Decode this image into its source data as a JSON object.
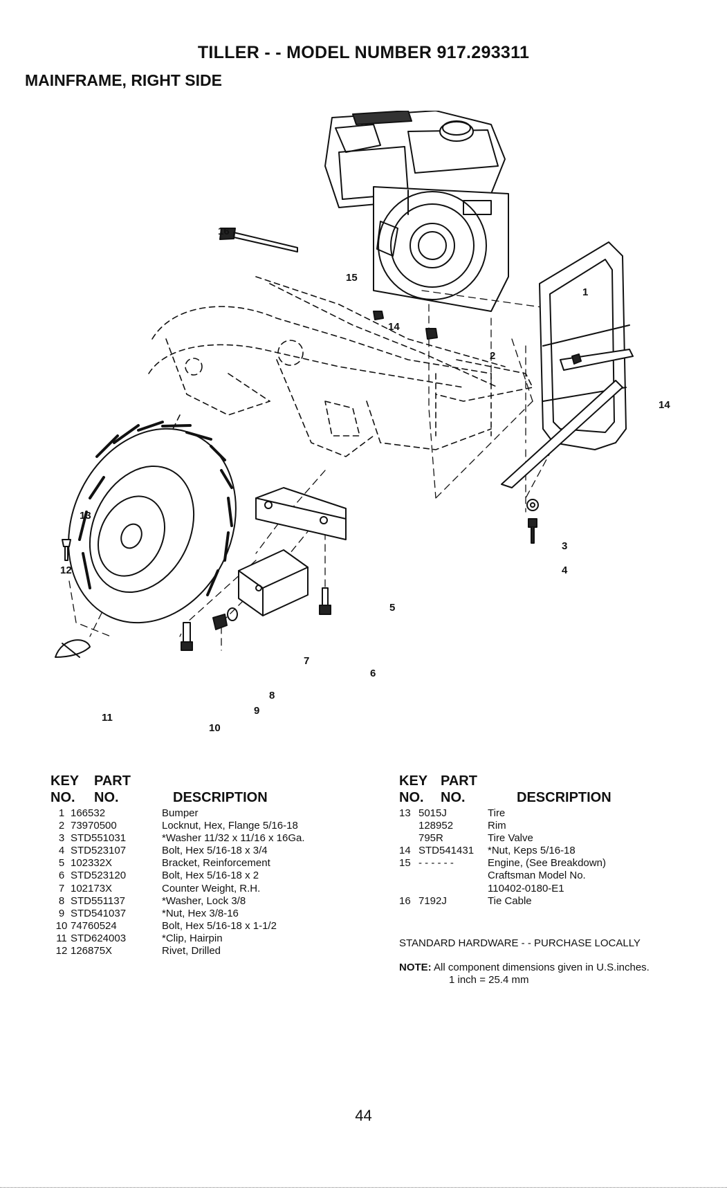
{
  "header": {
    "title": "TILLER - - MODEL NUMBER 917.293311",
    "subtitle": "MAINFRAME, RIGHT SIDE"
  },
  "diagram": {
    "callouts": [
      "1",
      "2",
      "3",
      "4",
      "5",
      "6",
      "7",
      "8",
      "9",
      "10",
      "11",
      "12",
      "13",
      "14",
      "14",
      "15",
      "16"
    ]
  },
  "table_headers": {
    "key_no_1": "KEY",
    "key_no_2": "NO.",
    "part_no_1": "PART",
    "part_no_2": "NO.",
    "description": "DESCRIPTION"
  },
  "parts_left": [
    {
      "key": "1",
      "part": "166532",
      "desc": "Bumper"
    },
    {
      "key": "2",
      "part": "73970500",
      "desc": "Locknut, Hex, Flange 5/16-18"
    },
    {
      "key": "3",
      "part": "STD551031",
      "desc": "*Washer 11/32 x 11/16 x 16Ga."
    },
    {
      "key": "4",
      "part": "STD523107",
      "desc": "Bolt, Hex 5/16-18 x 3/4"
    },
    {
      "key": "5",
      "part": "102332X",
      "desc": "Bracket, Reinforcement"
    },
    {
      "key": "6",
      "part": "STD523120",
      "desc": "Bolt, Hex 5/16-18 x 2"
    },
    {
      "key": "7",
      "part": "102173X",
      "desc": "Counter Weight, R.H."
    },
    {
      "key": "8",
      "part": "STD551137",
      "desc": "*Washer, Lock 3/8"
    },
    {
      "key": "9",
      "part": "STD541037",
      "desc": "*Nut, Hex 3/8-16"
    },
    {
      "key": "10",
      "part": "74760524",
      "desc": "Bolt, Hex 5/16-18 x 1-1/2"
    },
    {
      "key": "11",
      "part": "STD624003",
      "desc": "*Clip, Hairpin"
    },
    {
      "key": "12",
      "part": "126875X",
      "desc": "Rivet, Drilled"
    }
  ],
  "parts_right": [
    {
      "key": "13",
      "part": "5015J",
      "desc": "Tire"
    },
    {
      "key": "",
      "part": "128952",
      "desc": "Rim"
    },
    {
      "key": "",
      "part": "795R",
      "desc": "Tire Valve"
    },
    {
      "key": "14",
      "part": "STD541431",
      "desc": "*Nut, Keps 5/16-18"
    },
    {
      "key": "15",
      "part": "- - - - - -",
      "desc": "Engine, (See Breakdown)"
    },
    {
      "key": "",
      "part": "",
      "desc": "Craftsman Model No."
    },
    {
      "key": "",
      "part": "",
      "desc": "110402-0180-E1"
    },
    {
      "key": "16",
      "part": "7192J",
      "desc": "Tie Cable"
    }
  ],
  "standard_hardware": "STANDARD HARDWARE - - PURCHASE LOCALLY",
  "note": {
    "label": "NOTE:",
    "line1": "All component dimensions given in U.S.inches.",
    "line2": "1 inch = 25.4 mm"
  },
  "page_number": "44"
}
